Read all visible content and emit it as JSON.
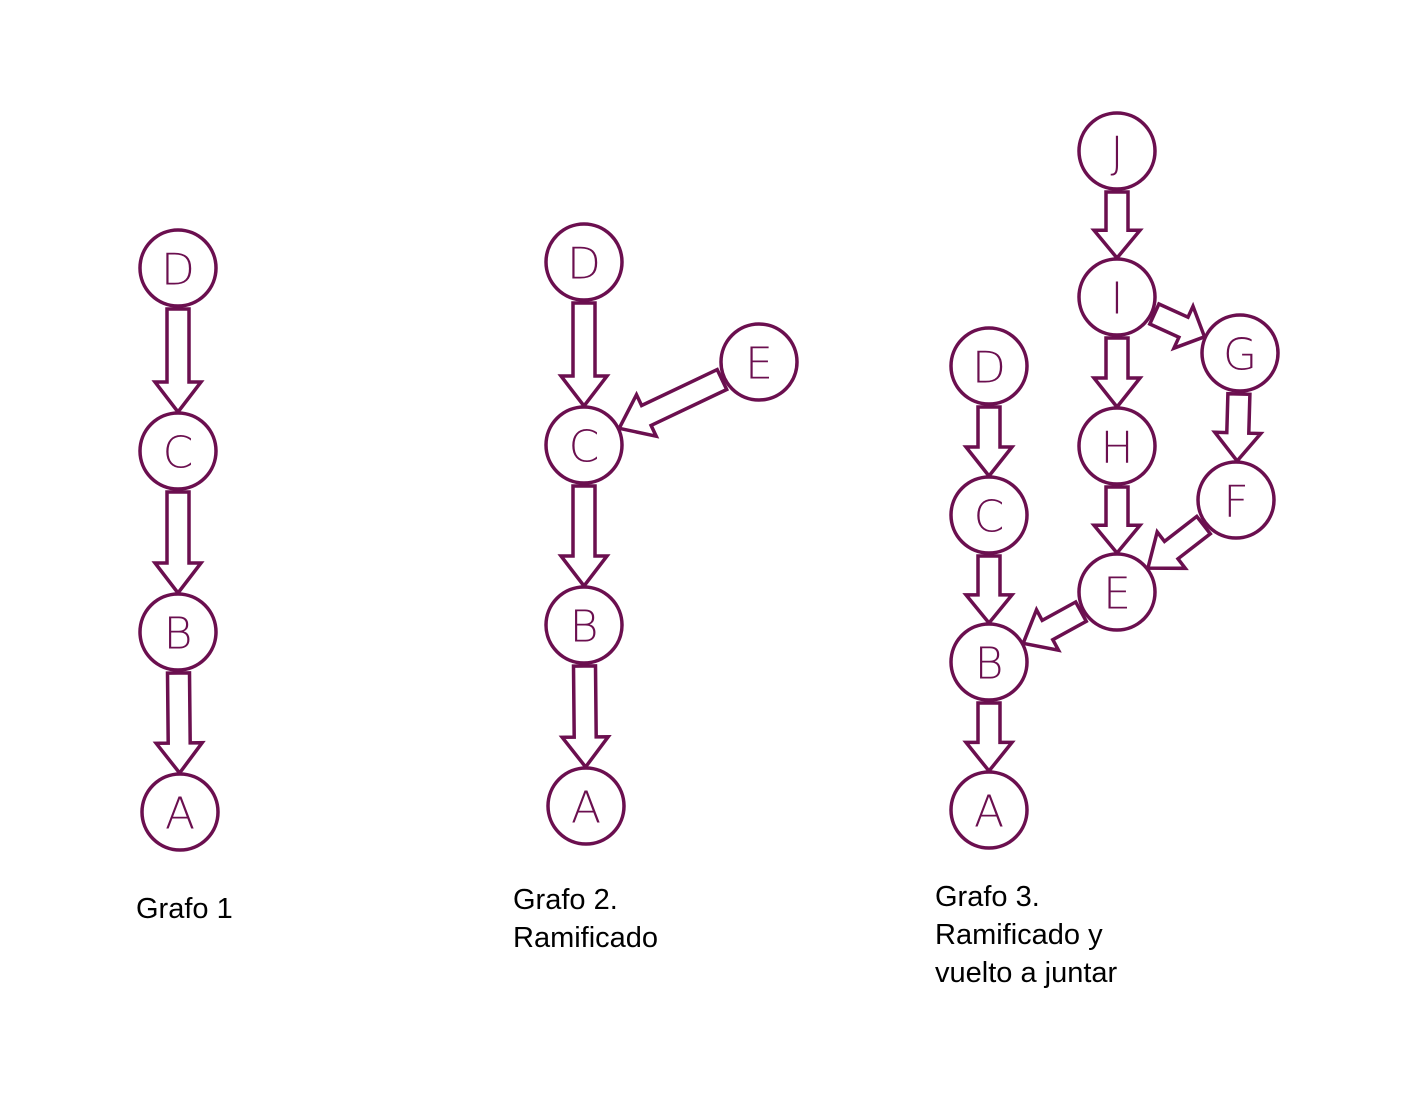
{
  "colors": {
    "stroke": "#6B0F4F",
    "caption": "#000000",
    "background": "#ffffff"
  },
  "graphs": [
    {
      "id": "g1",
      "caption": [
        "Grafo 1"
      ],
      "nodes": [
        {
          "id": "g1-D",
          "label": "D"
        },
        {
          "id": "g1-C",
          "label": "C"
        },
        {
          "id": "g1-B",
          "label": "B"
        },
        {
          "id": "g1-A",
          "label": "A"
        }
      ],
      "edges": [
        {
          "from": "g1-D",
          "to": "g1-C"
        },
        {
          "from": "g1-C",
          "to": "g1-B"
        },
        {
          "from": "g1-B",
          "to": "g1-A"
        }
      ]
    },
    {
      "id": "g2",
      "caption": [
        "Grafo 2.",
        "Ramificado"
      ],
      "nodes": [
        {
          "id": "g2-D",
          "label": "D"
        },
        {
          "id": "g2-E",
          "label": "E"
        },
        {
          "id": "g2-C",
          "label": "C"
        },
        {
          "id": "g2-B",
          "label": "B"
        },
        {
          "id": "g2-A",
          "label": "A"
        }
      ],
      "edges": [
        {
          "from": "g2-D",
          "to": "g2-C"
        },
        {
          "from": "g2-E",
          "to": "g2-C"
        },
        {
          "from": "g2-C",
          "to": "g2-B"
        },
        {
          "from": "g2-B",
          "to": "g2-A"
        }
      ]
    },
    {
      "id": "g3",
      "caption": [
        "Grafo 3.",
        "Ramificado y",
        "vuelto a juntar"
      ],
      "nodes": [
        {
          "id": "g3-J",
          "label": "J"
        },
        {
          "id": "g3-I",
          "label": "I"
        },
        {
          "id": "g3-G",
          "label": "G"
        },
        {
          "id": "g3-H",
          "label": "H"
        },
        {
          "id": "g3-F",
          "label": "F"
        },
        {
          "id": "g3-E",
          "label": "E"
        },
        {
          "id": "g3-D",
          "label": "D"
        },
        {
          "id": "g3-C",
          "label": "C"
        },
        {
          "id": "g3-B",
          "label": "B"
        },
        {
          "id": "g3-A",
          "label": "A"
        }
      ],
      "edges": [
        {
          "from": "g3-J",
          "to": "g3-I"
        },
        {
          "from": "g3-I",
          "to": "g3-G"
        },
        {
          "from": "g3-I",
          "to": "g3-H"
        },
        {
          "from": "g3-G",
          "to": "g3-F"
        },
        {
          "from": "g3-H",
          "to": "g3-E"
        },
        {
          "from": "g3-F",
          "to": "g3-E"
        },
        {
          "from": "g3-D",
          "to": "g3-C"
        },
        {
          "from": "g3-C",
          "to": "g3-B"
        },
        {
          "from": "g3-E",
          "to": "g3-B"
        },
        {
          "from": "g3-B",
          "to": "g3-A"
        }
      ]
    }
  ]
}
